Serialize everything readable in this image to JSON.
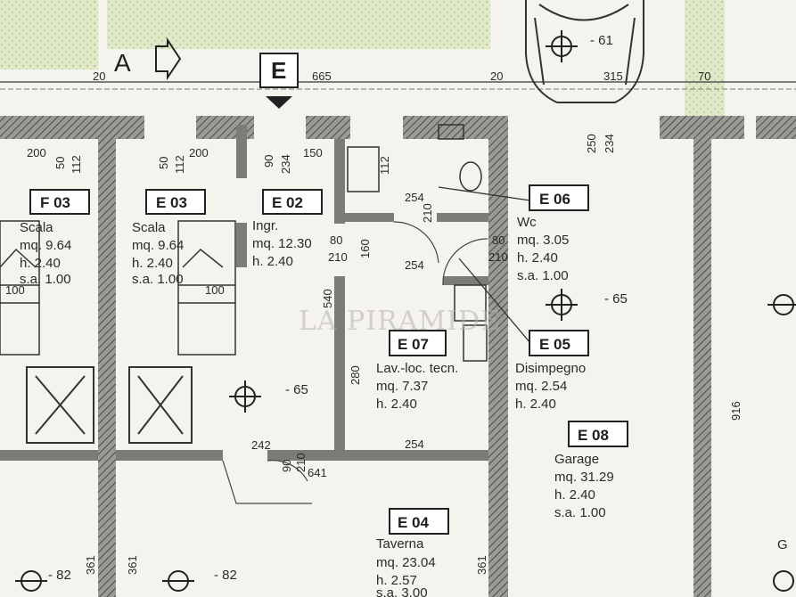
{
  "section_marker": {
    "letter": "A"
  },
  "elevation_marker": {
    "letter": "E"
  },
  "watermark": {
    "text": "LA PIRAMIDE"
  },
  "rooms": {
    "f03": {
      "tag": "F 03",
      "name": "Scala",
      "area": "mq. 9.64",
      "height": "h. 2.40",
      "sa": "s.a. 1.00"
    },
    "e03": {
      "tag": "E 03",
      "name": "Scala",
      "area": "mq. 9.64",
      "height": "h. 2.40",
      "sa": "s.a. 1.00"
    },
    "e02": {
      "tag": "E 02",
      "name": "Ingr.",
      "area": "mq. 12.30",
      "height": "h. 2.40"
    },
    "e06": {
      "tag": "E 06",
      "name": "Wc",
      "area": "mq. 3.05",
      "height": "h. 2.40",
      "sa": "s.a. 1.00"
    },
    "e05": {
      "tag": "E 05",
      "name": "Disimpegno",
      "area": "mq. 2.54",
      "height": "h. 2.40"
    },
    "e07": {
      "tag": "E 07",
      "name": "Lav.-loc. tecn.",
      "area": "mq. 7.37",
      "height": "h. 2.40"
    },
    "e08": {
      "tag": "E 08",
      "name": "Garage",
      "area": "mq. 31.29",
      "height": "h. 2.40",
      "sa": "s.a. 1.00"
    },
    "e04": {
      "tag": "E 04",
      "name": "Taverna",
      "area": "mq. 23.04",
      "height": "h. 2.57",
      "sa": "s.a. 3.00"
    },
    "g": {
      "name": "G"
    }
  },
  "dimensions": {
    "top_20a": "20",
    "top_665": "665",
    "top_20b": "20",
    "top_315": "315",
    "top_70": "70",
    "d200a": "200",
    "d50a": "50",
    "d112a": "112",
    "d50b": "50",
    "d112b": "112",
    "d200b": "200",
    "d90": "90",
    "d234": "234",
    "d150": "150",
    "d112c": "112",
    "d254a": "254",
    "d210a": "210",
    "d80a": "80",
    "d210b": "210",
    "d160": "160",
    "d80b": "80",
    "d210c": "210",
    "d254b": "254",
    "d250": "250",
    "d234b": "234",
    "d100a": "100",
    "d100b": "100",
    "d540": "540",
    "d280": "280",
    "d254c": "254",
    "d242": "242",
    "d90b": "90",
    "d210d": "210",
    "d641": "641",
    "d916": "916",
    "d361a": "361",
    "d361b": "361",
    "d361c": "361"
  },
  "levels": {
    "lv_a": "- 61",
    "lv_b": "- 65",
    "lv_c": "- 65",
    "lv_d": "- 82",
    "lv_e": "- 82"
  }
}
